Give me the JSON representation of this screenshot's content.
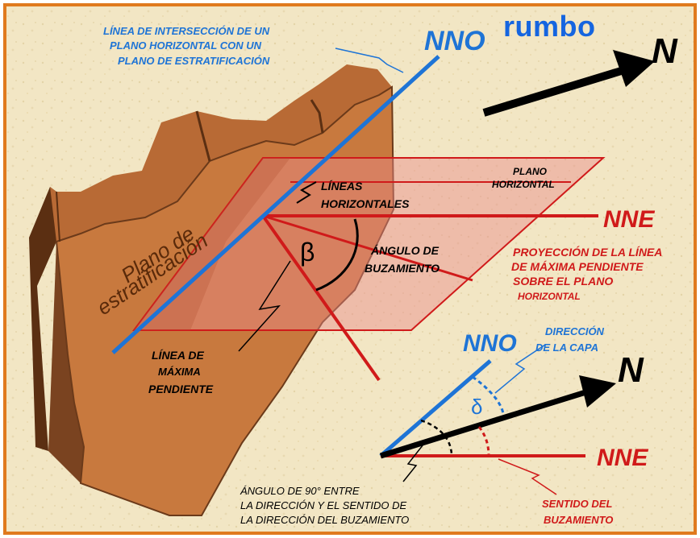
{
  "title_word": "rumbo",
  "colors": {
    "background": "#f2e6c4",
    "frame": "#e07a1e",
    "block": "#c8793e",
    "block_dark": "#6b3a1a",
    "blue": "#1e74d6",
    "red": "#d01a1a",
    "red_plane": "#e88a8a"
  },
  "labels": {
    "intersection_line": [
      "LÍNEA DE INTERSECCIÓN DE UN",
      "PLANO HORIZONTAL CON UN",
      "PLANO DE ESTRATIFICACIÓN"
    ],
    "nno_top": "NNO",
    "north_top": "N",
    "horizontal_plane": [
      "PLANO",
      "HORIZONTAL"
    ],
    "horizontal_lines": [
      "LÍNEAS",
      "HORIZONTALES"
    ],
    "nne_mid": "NNE",
    "bedding_plane": [
      "Plano de",
      "estratificación"
    ],
    "beta": "β",
    "dip_angle": [
      "ÁNGULO DE",
      "BUZAMIENTO"
    ],
    "projection": [
      "PROYECCIÓN DE LA LÍNEA",
      "DE MÁXIMA PENDIENTE",
      "SOBRE EL PLANO",
      "HORIZONTAL"
    ],
    "max_slope_line": [
      "LÍNEA DE",
      "MÁXIMA",
      "PENDIENTE"
    ],
    "nno_bottom": "NNO",
    "layer_direction": [
      "DIRECCIÓN",
      "DE LA CAPA"
    ],
    "north_bottom": "N",
    "delta": "δ",
    "nne_bottom": "NNE",
    "right_angle": [
      "ÁNGULO DE 90° ENTRE",
      "LA DIRECCIÓN Y EL SENTIDO DE",
      "LA DIRECCIÓN DEL BUZAMIENTO"
    ],
    "dip_sense": [
      "SENTIDO DEL",
      "BUZAMIENTO"
    ]
  }
}
